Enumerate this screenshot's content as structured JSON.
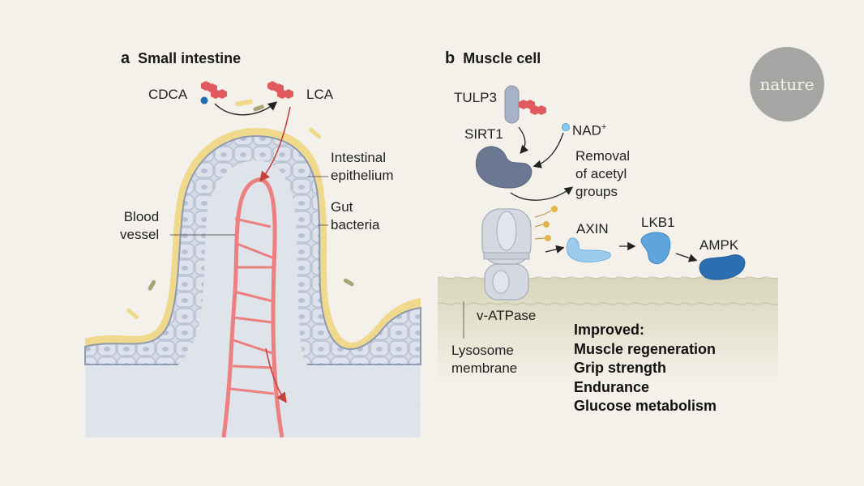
{
  "logo": {
    "text": "nature"
  },
  "panel_a": {
    "letter": "a",
    "title": "Small intestine",
    "labels": {
      "cdca": "CDCA",
      "lca": "LCA",
      "epithelium_line1": "Intestinal",
      "epithelium_line2": "epithelium",
      "bacteria_line1": "Gut",
      "bacteria_line2": "bacteria",
      "vessel_line1": "Blood",
      "vessel_line2": "vessel"
    },
    "colors": {
      "bile_acid": "#e05a5e",
      "hydroxyl": "#1f6fb0",
      "mucus": "#f0d88c",
      "cells": "#d3d9e4",
      "vessel": "#ec7f80",
      "arrow": "#c8413d"
    }
  },
  "panel_b": {
    "letter": "b",
    "title": "Muscle cell",
    "labels": {
      "tulp3": "TULP3",
      "sirt1": "SIRT1",
      "nad": "NAD",
      "nad_sup": "+",
      "removal_line1": "Removal",
      "removal_line2": "of acetyl",
      "removal_line3": "groups",
      "axin": "AXIN",
      "lkb1": "LKB1",
      "ampk": "AMPK",
      "vatpase": "v-ATPase",
      "lysosome_line1": "Lysosome",
      "lysosome_line2": "membrane"
    },
    "outcomes": {
      "heading": "Improved:",
      "items": [
        "Muscle regeneration",
        "Grip strength",
        "Endurance",
        "Glucose metabolism"
      ]
    },
    "colors": {
      "sirt1": "#6c7791",
      "axin": "#9ccbeb",
      "lkb1": "#5da5dc",
      "ampk": "#2b6fb3",
      "membrane": "#dcd9c2",
      "acetyl": "#e3b549"
    }
  }
}
